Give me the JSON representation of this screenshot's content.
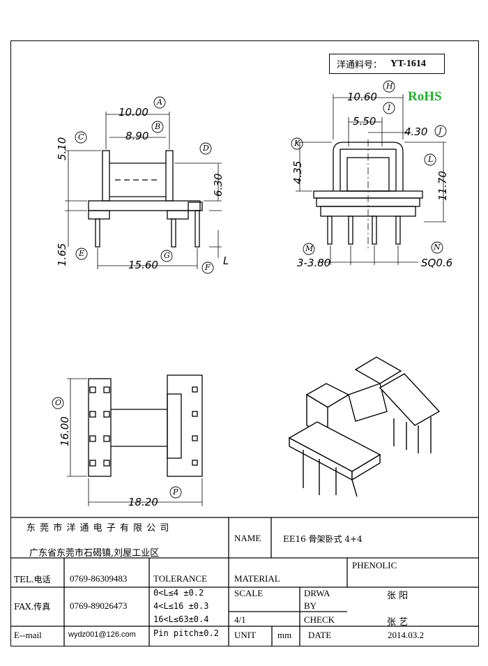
{
  "part_box": {
    "label": "洋通料号：",
    "number": "YT-1614"
  },
  "rohs": "RoHS",
  "dims": {
    "a": "10.00",
    "b": "8.90",
    "c": "5.10",
    "d": "6.30",
    "e": "1.65",
    "g": "15.60",
    "l_letter": "L",
    "h": "10.60",
    "i": "5.50",
    "j": "4.30",
    "k": "4.35",
    "l": "11.70",
    "m": "3-3.80",
    "n": "SQ0.6",
    "o": "16.00",
    "p": "18.20"
  },
  "labels": {
    "A": "A",
    "B": "B",
    "C": "C",
    "D": "D",
    "E": "E",
    "F": "F",
    "G": "G",
    "H": "H",
    "I": "I",
    "J": "J",
    "K": "K",
    "L": "L",
    "M": "M",
    "N": "N",
    "O": "O",
    "P": "P"
  },
  "title_block": {
    "company_name": "东 莞 市 洋 通 电 子 有 限 公 司",
    "address": "广东省东莞市石碣镇,刘屋工业区",
    "name_label": "NAME",
    "name_value": "EE16 骨架卧式 4+4",
    "tel_label": "TEL.电话",
    "tel_value": "0769-86309483",
    "fax_label": "FAX.传真",
    "fax_value": "0769-89026473",
    "email_label": "E--mail",
    "email_value": "wydz001@126.com",
    "tolerance_label": "TOLERANCE",
    "tol_1": "0<L≤4   ±0.2",
    "tol_2": "4<L≤16  ±0.3",
    "tol_3": "16<L≤63±0.4",
    "tol_4": "Pin pitch±0.2",
    "material_label": "MATERIAL",
    "material_value": "PHENOLIC",
    "scale_label": "SCALE",
    "scale_value": "4/1",
    "drawn_label_1": "DRWA",
    "drawn_label_2": "BY",
    "drawn_value": "张 阳",
    "check_label": "CHECK",
    "check_value": "张 艺",
    "unit_label": "UNIT",
    "unit_value": "mm",
    "date_label": "DATE",
    "date_value": "2014.03.2"
  }
}
